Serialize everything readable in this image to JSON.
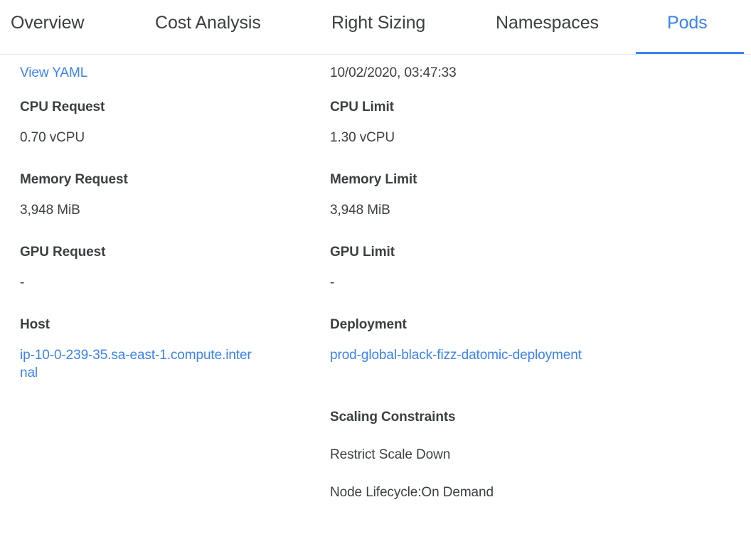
{
  "tabs": [
    {
      "id": "overview",
      "label": "Overview",
      "active": false
    },
    {
      "id": "cost",
      "label": "Cost Analysis",
      "active": false
    },
    {
      "id": "rightsize",
      "label": "Right Sizing",
      "active": false
    },
    {
      "id": "namespaces",
      "label": "Namespaces",
      "active": false
    },
    {
      "id": "pods",
      "label": "Pods",
      "active": true
    }
  ],
  "colors": {
    "accent": "#3b82f6",
    "link": "#3b82f6",
    "text": "#3c4043",
    "divider": "#e8eaed",
    "background": "#ffffff"
  },
  "detail": {
    "left": {
      "yaml_link": "View YAML",
      "fields": [
        {
          "label": "CPU Request",
          "value": "0.70 vCPU"
        },
        {
          "label": "Memory Request",
          "value": "3,948 MiB"
        },
        {
          "label": "GPU Request",
          "value": "-"
        }
      ],
      "host": {
        "label": "Host",
        "value": "ip-10-0-239-35.sa-east-1.compute.internal"
      }
    },
    "right": {
      "timestamp": "10/02/2020, 03:47:33",
      "fields": [
        {
          "label": "CPU Limit",
          "value": "1.30 vCPU"
        },
        {
          "label": "Memory Limit",
          "value": "3,948 MiB"
        },
        {
          "label": "GPU Limit",
          "value": "-"
        }
      ],
      "deployment": {
        "label": "Deployment",
        "value": "prod-global-black-fizz-datomic-deployment"
      },
      "scaling": {
        "title": "Scaling Constraints",
        "items": [
          "Restrict Scale Down",
          "Node Lifecycle:On Demand"
        ]
      }
    }
  }
}
